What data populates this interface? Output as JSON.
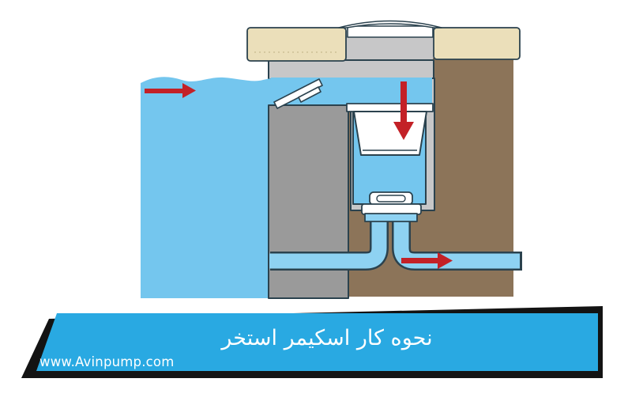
{
  "banner": {
    "title": "نحوه کار اسکیمر استخر",
    "watermark": "www.Avinpump.com",
    "colors": {
      "background": "#29A9E2",
      "shadow": "#131313",
      "text": "#FFFFFF"
    }
  },
  "diagram": {
    "subject": "pool-skimmer-cross-section",
    "colors": {
      "water": "#74C6EE",
      "pipe": "#8ED2F2",
      "soil": "#8C7459",
      "deck": "#EBDFBA",
      "deck_dots": "#CDBF96",
      "skimmer_body": "#C7C7C8",
      "pool_wall": "#9A9A9A",
      "white_parts": "#FFFFFF",
      "outline": "#2B424E",
      "arrow": "#C32127"
    },
    "arrows": [
      {
        "name": "pool-surface-flow-arrow",
        "direction": "right"
      },
      {
        "name": "basket-inflow-arrow",
        "direction": "down"
      },
      {
        "name": "outlet-pipe-flow-arrow",
        "direction": "right"
      }
    ]
  }
}
